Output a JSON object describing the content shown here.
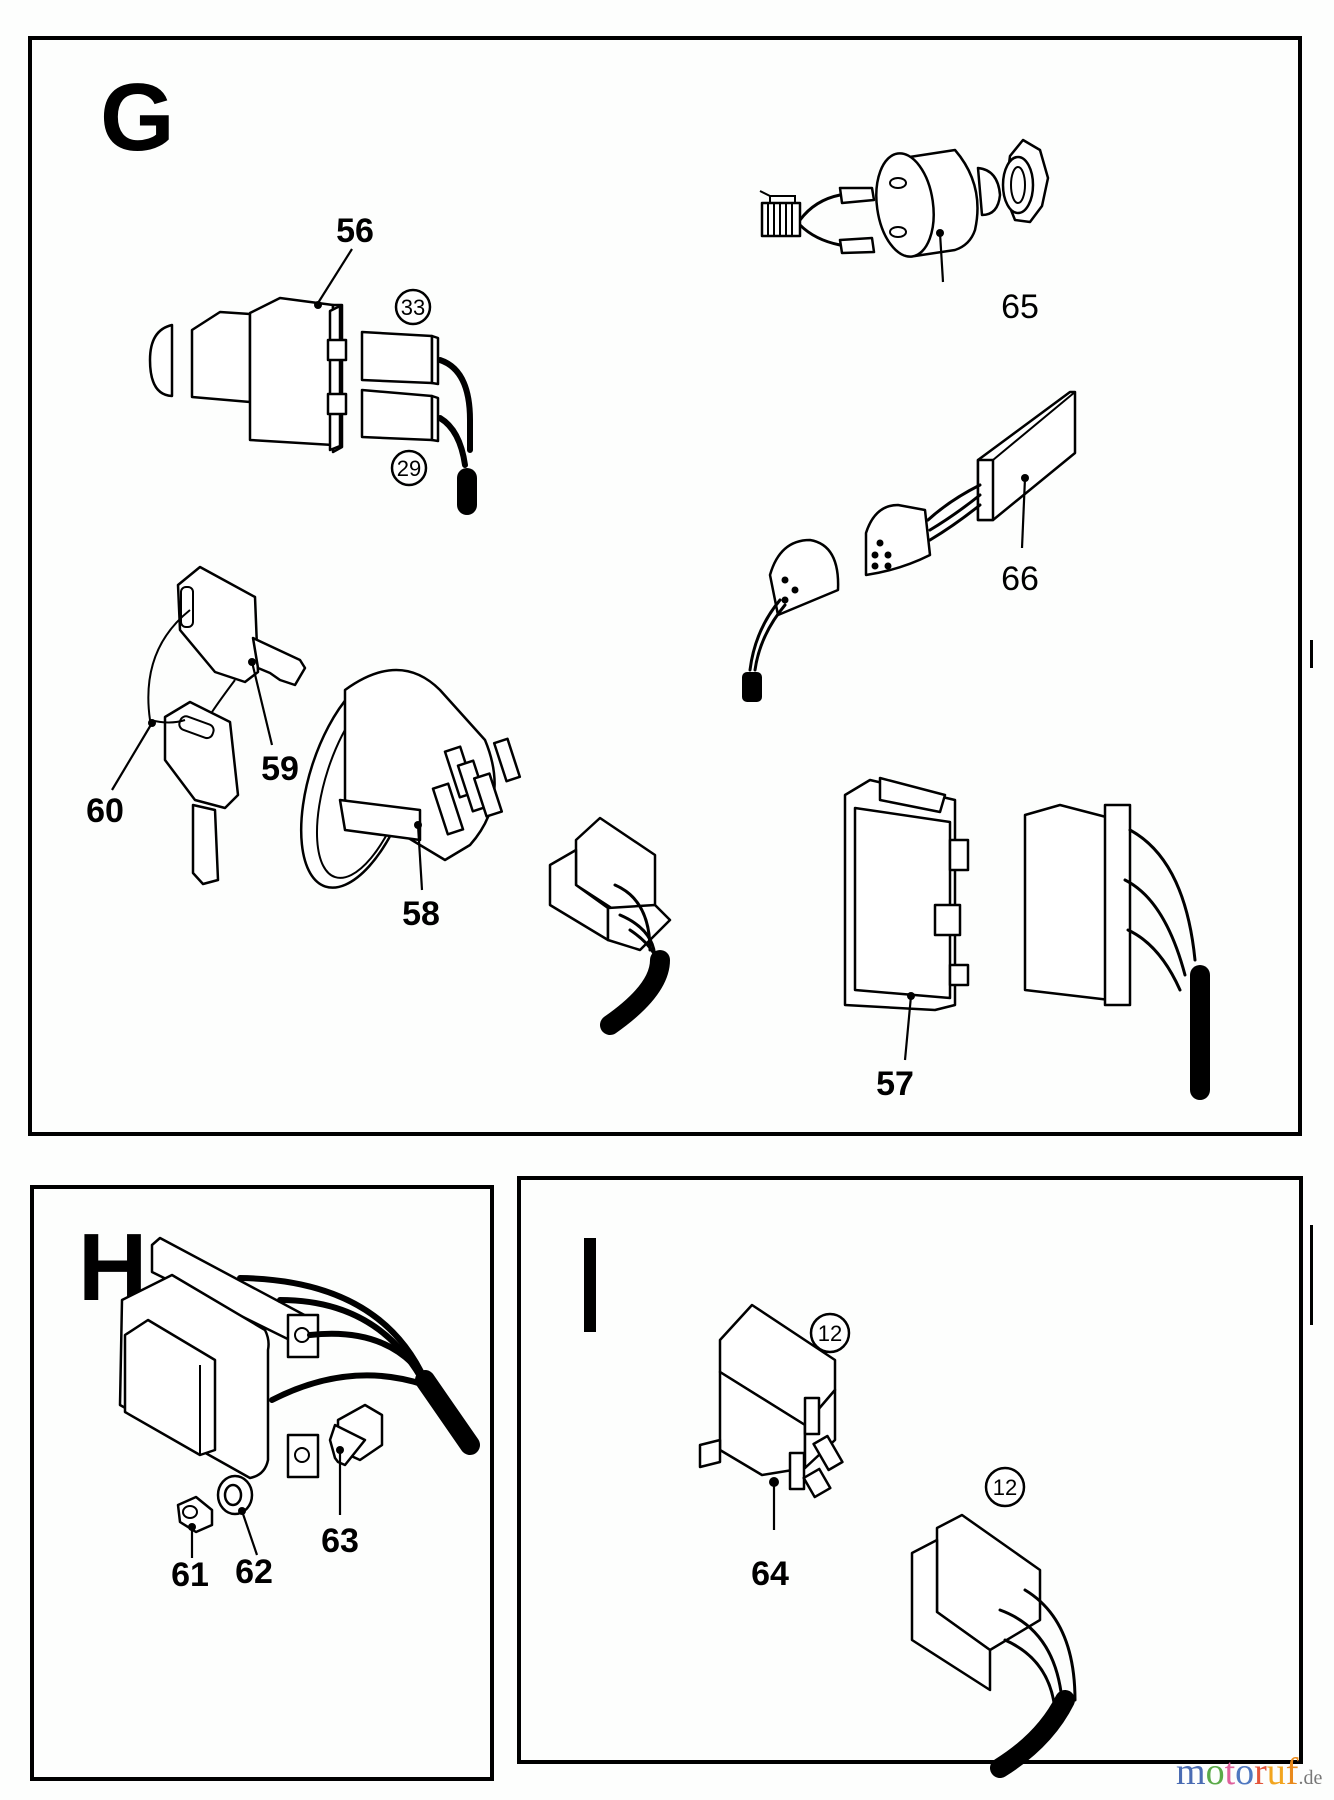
{
  "diagram": {
    "type": "exploded-parts-diagram",
    "panels": [
      {
        "id": "G",
        "letter": "G",
        "callouts": [
          {
            "label": "56",
            "part": "push-pull switch"
          },
          {
            "label": "57",
            "part": "rocker switch"
          },
          {
            "label": "58",
            "part": "ignition switch"
          },
          {
            "label": "59",
            "part": "key"
          },
          {
            "label": "60",
            "part": "key ring"
          },
          {
            "label": "65",
            "part": "rotary switch"
          },
          {
            "label": "66",
            "part": "electronic module"
          }
        ],
        "references": [
          {
            "label": "33"
          },
          {
            "label": "29"
          }
        ]
      },
      {
        "id": "H",
        "letter": "H",
        "callouts": [
          {
            "label": "61",
            "part": "nut"
          },
          {
            "label": "62",
            "part": "washer"
          },
          {
            "label": "63",
            "part": "bolt"
          }
        ],
        "references": []
      },
      {
        "id": "I",
        "letter": "I",
        "callouts": [
          {
            "label": "64",
            "part": "relay"
          }
        ],
        "references": [
          {
            "label": "12"
          },
          {
            "label": "12"
          }
        ]
      }
    ]
  },
  "watermark": {
    "letters": [
      "m",
      "o",
      "t",
      "o",
      "r",
      "u",
      "f"
    ],
    "colors": [
      "#4a6cb3",
      "#5aaa48",
      "#e0609c",
      "#4f78c0",
      "#e4553a",
      "#f2a51f",
      "#e98a1c"
    ],
    "tld": ".de",
    "tld_color": "#777777"
  }
}
